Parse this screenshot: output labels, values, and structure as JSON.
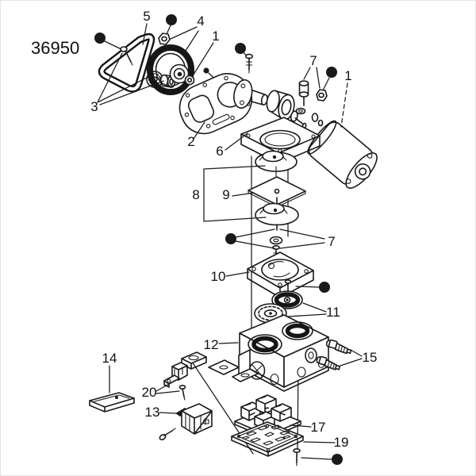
{
  "diagram": {
    "part_number": "36950",
    "kind": "exploded-parts-diagram",
    "line_color": "#1a1a1a",
    "background": "#ffffff",
    "callouts": [
      {
        "label": "5",
        "part": "drive-belt"
      },
      {
        "label": "4",
        "part": "pulley-and-nut"
      },
      {
        "label": "3",
        "part": "shaft-gear-and-bushing-hardware"
      },
      {
        "label": "1",
        "part": "pulley-hub-washer"
      },
      {
        "label": "7",
        "part": "upper-mount-bolt-and-nut"
      },
      {
        "label": "1",
        "part": "motor"
      },
      {
        "label": "2",
        "part": "belt-guard-backplate"
      },
      {
        "label": "6",
        "part": "bearing-housing"
      },
      {
        "label": "8",
        "part": "diaphragm-retainer-plates"
      },
      {
        "label": "9",
        "part": "diaphragm"
      },
      {
        "label": "7",
        "part": "diaphragm-screw-and-washer"
      },
      {
        "label": "10",
        "part": "valve-housing"
      },
      {
        "label": "11",
        "part": "valve-discs"
      },
      {
        "label": "12",
        "part": "pump-body"
      },
      {
        "label": "15",
        "part": "check-valve-fittings"
      },
      {
        "label": "14",
        "part": "mounting-pad"
      },
      {
        "label": "20",
        "part": "clip-bracket-and-screw"
      },
      {
        "label": "13",
        "part": "pressure-switch"
      },
      {
        "label": "17",
        "part": "valve-block"
      },
      {
        "label": "19",
        "part": "bottom-plate"
      }
    ]
  }
}
